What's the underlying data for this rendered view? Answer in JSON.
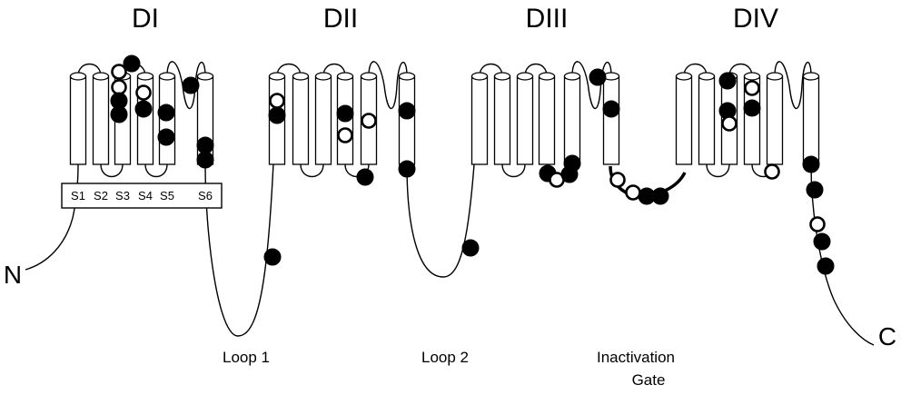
{
  "domains": [
    "DI",
    "DII",
    "DIII",
    "DIV"
  ],
  "segments": [
    "S1",
    "S2",
    "S3",
    "S4",
    "S5",
    "S6"
  ],
  "regions": {
    "loop1": "Loop 1",
    "loop2": "Loop 2",
    "gate_line1": "Inactivation",
    "gate_line2": "Gate"
  },
  "termini": {
    "n": "N",
    "c": "C"
  },
  "legend_colors": {
    "filled_residue": "#000000",
    "open_residue": "#ffffff",
    "outline": "#000000"
  }
}
